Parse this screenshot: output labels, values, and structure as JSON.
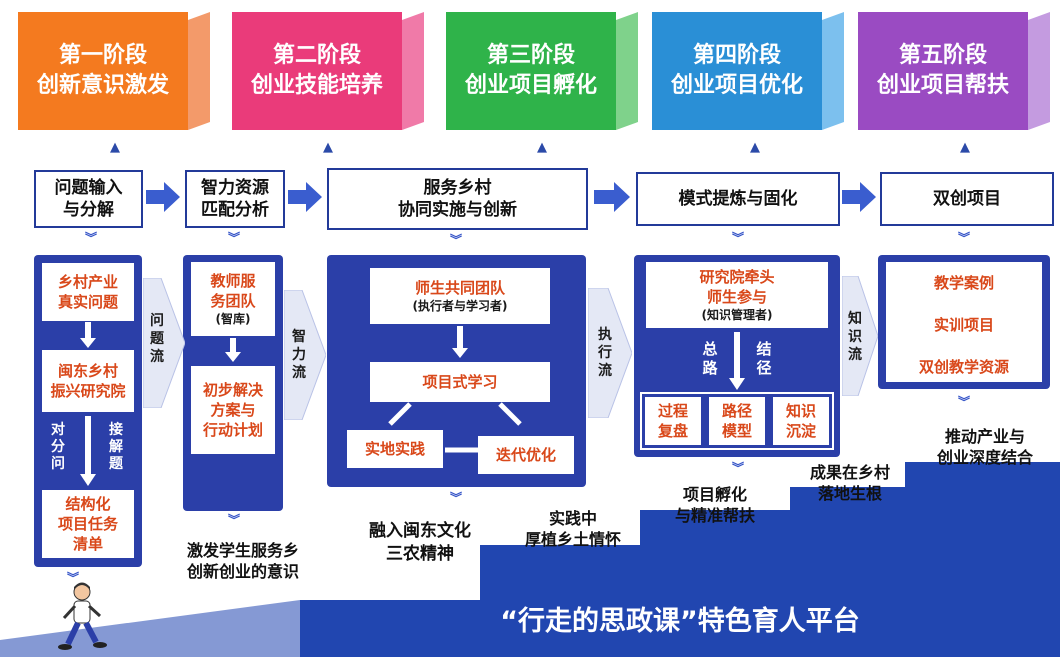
{
  "stages": [
    {
      "title": "第一阶段\n创新意识激发",
      "color": "#f47a1f",
      "side": "#f39a6a"
    },
    {
      "title": "第二阶段\n创业技能培养",
      "color": "#ea3b7a",
      "side": "#f07aa8"
    },
    {
      "title": "第三阶段\n创业项目孵化",
      "color": "#2fb34a",
      "side": "#7fd28b"
    },
    {
      "title": "第四阶段\n创业项目优化",
      "color": "#2a8fd6",
      "side": "#7cc0ee"
    },
    {
      "title": "第五阶段\n创业项目帮扶",
      "color": "#9a4bc2",
      "side": "#c49be0"
    }
  ],
  "headers": [
    "问题输入\n与分解",
    "智力资源\n匹配分析",
    "服务乡村\n协同实施与创新",
    "模式提炼与固化",
    "双创项目"
  ],
  "panel1": {
    "box1": "乡村产业\n真实问题",
    "box2": "闽东乡村\n振兴研究院",
    "left": "对\n分\n问",
    "right": "接\n解\n题",
    "box3": "结构化\n项目任务\n清单"
  },
  "panel2": {
    "box1": "教师服\n务团队",
    "box1_sub": "(智库)",
    "box2": "初步解决\n方案与\n行动计划"
  },
  "panel3": {
    "box1": "师生共同团队",
    "box1_sub": "(执行者与学习者)",
    "box2": "项目式学习",
    "box3": "实地实践",
    "box4": "迭代优化"
  },
  "panel4": {
    "box1": "研究院牵头\n师生参与",
    "box1_sub": "(知识管理者)",
    "left": "总\n路",
    "right": "结\n径",
    "b1": "过程\n复盘",
    "b2": "路径\n模型",
    "b3": "知识\n沉淀"
  },
  "panel5": {
    "items": [
      "教学案例",
      "实训项目",
      "双创教学资源"
    ]
  },
  "flows": [
    "问\n题\n流",
    "智\n力\n流",
    "执\n行\n流",
    "知\n识\n流"
  ],
  "steps": [
    "激发学生服务乡\n创新创业的意识",
    "融入闽东文化\n三农精神",
    "实践中\n厚植乡土情怀",
    "项目孵化\n与精准帮扶",
    "成果在乡村\n落地生根",
    "推动产业与\n创业深度结合"
  ],
  "banner": "“行走的思政课”特色育人平台",
  "colors": {
    "navy": "#233a99",
    "panel": "#2b3fa8",
    "accent": "#d9481a",
    "stair": "#2146b0"
  }
}
